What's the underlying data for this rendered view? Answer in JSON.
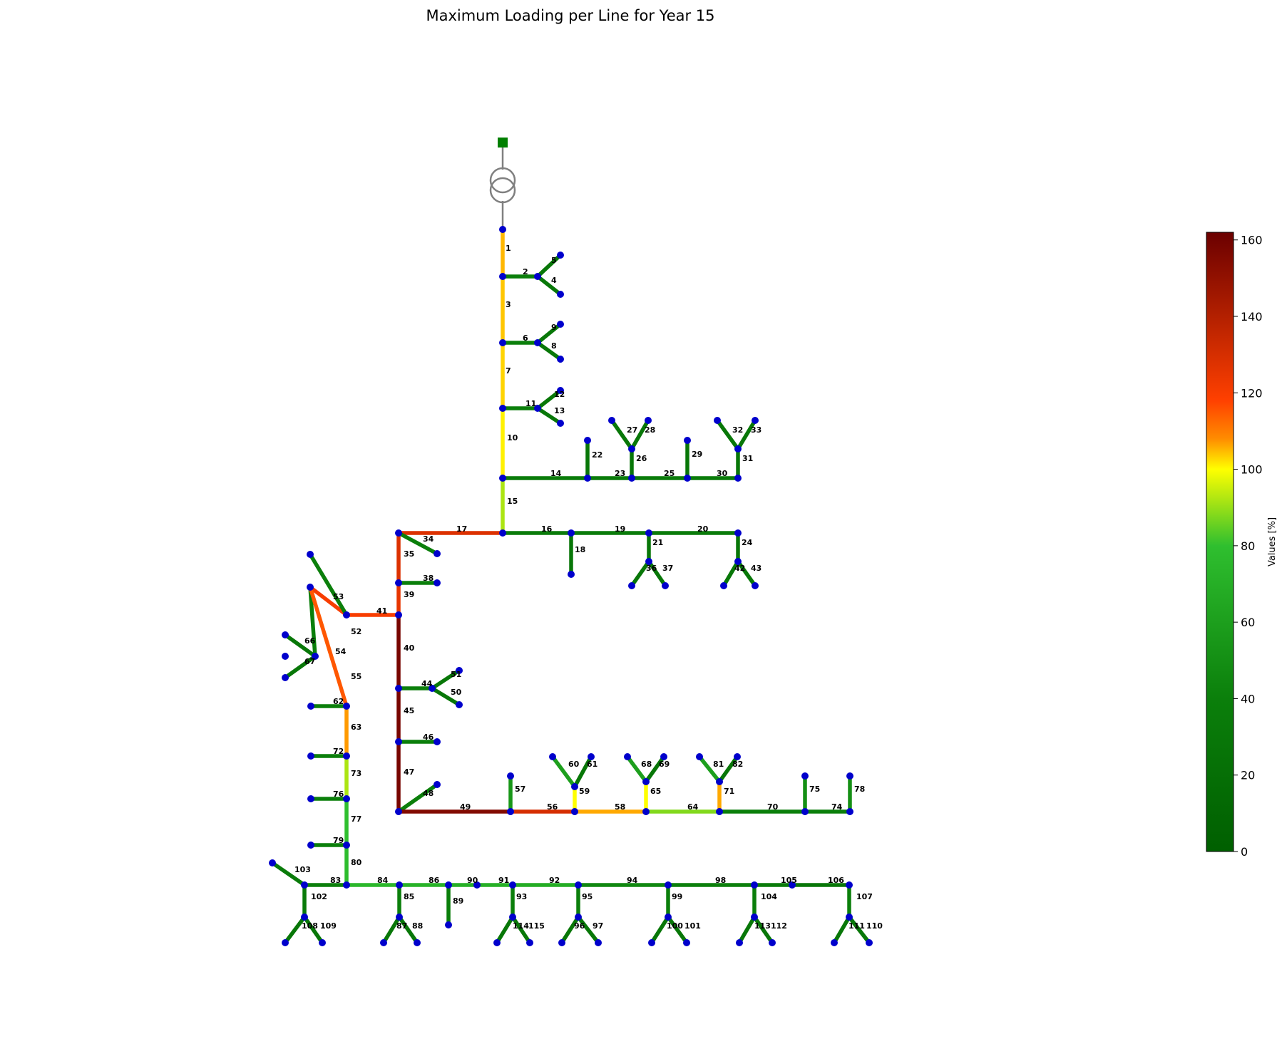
{
  "title": "Maximum Loading per Line for Year 15",
  "colorbar": {
    "label": "Values [%]",
    "min": 0,
    "max": 162,
    "ticks": [
      "0",
      "20",
      "40",
      "60",
      "80",
      "100",
      "120",
      "140",
      "160"
    ],
    "stops": [
      {
        "v": 0,
        "c": "#005f00"
      },
      {
        "v": 40,
        "c": "#0b7f0b"
      },
      {
        "v": 80,
        "c": "#2fbf2f"
      },
      {
        "v": 100,
        "c": "#ffff00"
      },
      {
        "v": 108,
        "c": "#ff8c00"
      },
      {
        "v": 118,
        "c": "#ff4000"
      },
      {
        "v": 140,
        "c": "#b32000"
      },
      {
        "v": 162,
        "c": "#6b0000"
      }
    ]
  },
  "external_grid": {
    "color": "#007f00",
    "label": ""
  },
  "transformer": {
    "color": "#808080"
  },
  "bus_color": "#0000cc",
  "lines": [
    {
      "id": "1",
      "loading": 105
    },
    {
      "id": "2",
      "loading": 40
    },
    {
      "id": "3",
      "loading": 104
    },
    {
      "id": "4",
      "loading": 30
    },
    {
      "id": "5",
      "loading": 30
    },
    {
      "id": "6",
      "loading": 40
    },
    {
      "id": "7",
      "loading": 103
    },
    {
      "id": "8",
      "loading": 30
    },
    {
      "id": "9",
      "loading": 30
    },
    {
      "id": "10",
      "loading": 101
    },
    {
      "id": "11",
      "loading": 40
    },
    {
      "id": "12",
      "loading": 30
    },
    {
      "id": "13",
      "loading": 30
    },
    {
      "id": "14",
      "loading": 35
    },
    {
      "id": "15",
      "loading": 92
    },
    {
      "id": "16",
      "loading": 35
    },
    {
      "id": "17",
      "loading": 128
    },
    {
      "id": "18",
      "loading": 30
    },
    {
      "id": "19",
      "loading": 35
    },
    {
      "id": "20",
      "loading": 35
    },
    {
      "id": "21",
      "loading": 30
    },
    {
      "id": "22",
      "loading": 30
    },
    {
      "id": "23",
      "loading": 35
    },
    {
      "id": "24",
      "loading": 30
    },
    {
      "id": "25",
      "loading": 35
    },
    {
      "id": "26",
      "loading": 30
    },
    {
      "id": "27",
      "loading": 30
    },
    {
      "id": "28",
      "loading": 30
    },
    {
      "id": "29",
      "loading": 30
    },
    {
      "id": "30",
      "loading": 35
    },
    {
      "id": "31",
      "loading": 30
    },
    {
      "id": "32",
      "loading": 30
    },
    {
      "id": "33",
      "loading": 30
    },
    {
      "id": "34",
      "loading": 40
    },
    {
      "id": "35",
      "loading": 128
    },
    {
      "id": "36",
      "loading": 30
    },
    {
      "id": "37",
      "loading": 30
    },
    {
      "id": "38",
      "loading": 40
    },
    {
      "id": "39",
      "loading": 125
    },
    {
      "id": "40",
      "loading": 158
    },
    {
      "id": "41",
      "loading": 120
    },
    {
      "id": "42",
      "loading": 30
    },
    {
      "id": "43",
      "loading": 30
    },
    {
      "id": "44",
      "loading": 40
    },
    {
      "id": "45",
      "loading": 158
    },
    {
      "id": "46",
      "loading": 40
    },
    {
      "id": "47",
      "loading": 158
    },
    {
      "id": "48",
      "loading": 40
    },
    {
      "id": "49",
      "loading": 155
    },
    {
      "id": "50",
      "loading": 30
    },
    {
      "id": "51",
      "loading": 30
    },
    {
      "id": "52",
      "loading": 120
    },
    {
      "id": "53",
      "loading": 40
    },
    {
      "id": "54",
      "loading": 40
    },
    {
      "id": "55",
      "loading": 115
    },
    {
      "id": "56",
      "loading": 130
    },
    {
      "id": "57",
      "loading": 55
    },
    {
      "id": "58",
      "loading": 106
    },
    {
      "id": "59",
      "loading": 100
    },
    {
      "id": "60",
      "loading": 60
    },
    {
      "id": "61",
      "loading": 30
    },
    {
      "id": "62",
      "loading": 40
    },
    {
      "id": "63",
      "loading": 107
    },
    {
      "id": "64",
      "loading": 88
    },
    {
      "id": "65",
      "loading": 100
    },
    {
      "id": "66",
      "loading": 30
    },
    {
      "id": "67",
      "loading": 30
    },
    {
      "id": "68",
      "loading": 60
    },
    {
      "id": "69",
      "loading": 30
    },
    {
      "id": "70",
      "loading": 40
    },
    {
      "id": "71",
      "loading": 106
    },
    {
      "id": "72",
      "loading": 40
    },
    {
      "id": "73",
      "loading": 92
    },
    {
      "id": "74",
      "loading": 40
    },
    {
      "id": "75",
      "loading": 50
    },
    {
      "id": "76",
      "loading": 40
    },
    {
      "id": "77",
      "loading": 80
    },
    {
      "id": "78",
      "loading": 50
    },
    {
      "id": "79",
      "loading": 40
    },
    {
      "id": "80",
      "loading": 78
    },
    {
      "id": "81",
      "loading": 60
    },
    {
      "id": "82",
      "loading": 30
    },
    {
      "id": "83",
      "loading": 40
    },
    {
      "id": "84",
      "loading": 75
    },
    {
      "id": "85",
      "loading": 40
    },
    {
      "id": "86",
      "loading": 72
    },
    {
      "id": "87",
      "loading": 30
    },
    {
      "id": "88",
      "loading": 30
    },
    {
      "id": "89",
      "loading": 40
    },
    {
      "id": "90",
      "loading": 70
    },
    {
      "id": "91",
      "loading": 70
    },
    {
      "id": "92",
      "loading": 68
    },
    {
      "id": "93",
      "loading": 40
    },
    {
      "id": "94",
      "loading": 45
    },
    {
      "id": "95",
      "loading": 40
    },
    {
      "id": "96",
      "loading": 30
    },
    {
      "id": "97",
      "loading": 30
    },
    {
      "id": "98",
      "loading": 40
    },
    {
      "id": "99",
      "loading": 40
    },
    {
      "id": "100",
      "loading": 30
    },
    {
      "id": "101",
      "loading": 30
    },
    {
      "id": "102",
      "loading": 35
    },
    {
      "id": "103",
      "loading": 35
    },
    {
      "id": "104",
      "loading": 40
    },
    {
      "id": "105",
      "loading": 35
    },
    {
      "id": "106",
      "loading": 30
    },
    {
      "id": "107",
      "loading": 40
    },
    {
      "id": "108",
      "loading": 30
    },
    {
      "id": "109",
      "loading": 30
    },
    {
      "id": "110",
      "loading": 30
    },
    {
      "id": "111",
      "loading": 30
    },
    {
      "id": "112",
      "loading": 30
    },
    {
      "id": "113",
      "loading": 30
    },
    {
      "id": "114",
      "loading": 30
    },
    {
      "id": "115",
      "loading": 30
    }
  ]
}
